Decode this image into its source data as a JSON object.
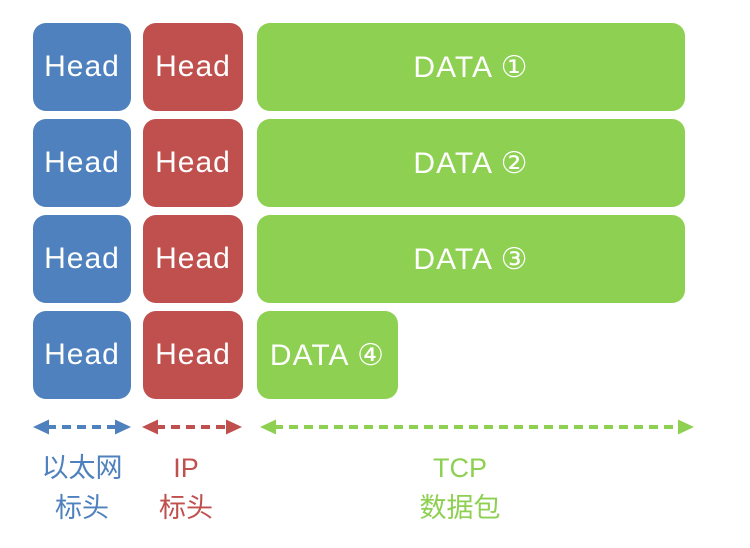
{
  "blocks": {
    "rows": [
      {
        "ethernet": "Head",
        "ip": "Head",
        "data": "DATA ①"
      },
      {
        "ethernet": "Head",
        "ip": "Head",
        "data": "DATA ②"
      },
      {
        "ethernet": "Head",
        "ip": "Head",
        "data": "DATA ③"
      },
      {
        "ethernet": "Head",
        "ip": "Head",
        "data": "DATA ④"
      }
    ]
  },
  "legend": {
    "ethernet": {
      "line1": "以太网",
      "line2": "标头"
    },
    "ip": {
      "line1": "IP",
      "line2": "标头"
    },
    "tcp": {
      "line1": "TCP",
      "line2": "数据包"
    }
  },
  "icons": {
    "ethernet_arrow": "double-headed-dashed-arrow",
    "ip_arrow": "double-headed-dashed-arrow",
    "tcp_arrow": "double-headed-dashed-arrow"
  },
  "colors": {
    "ethernet_blue": "#4E81BD",
    "ip_red": "#C0504D",
    "tcp_green": "#8ED051",
    "block_text": "#FFFFFF",
    "background": "#FFFFFF"
  }
}
